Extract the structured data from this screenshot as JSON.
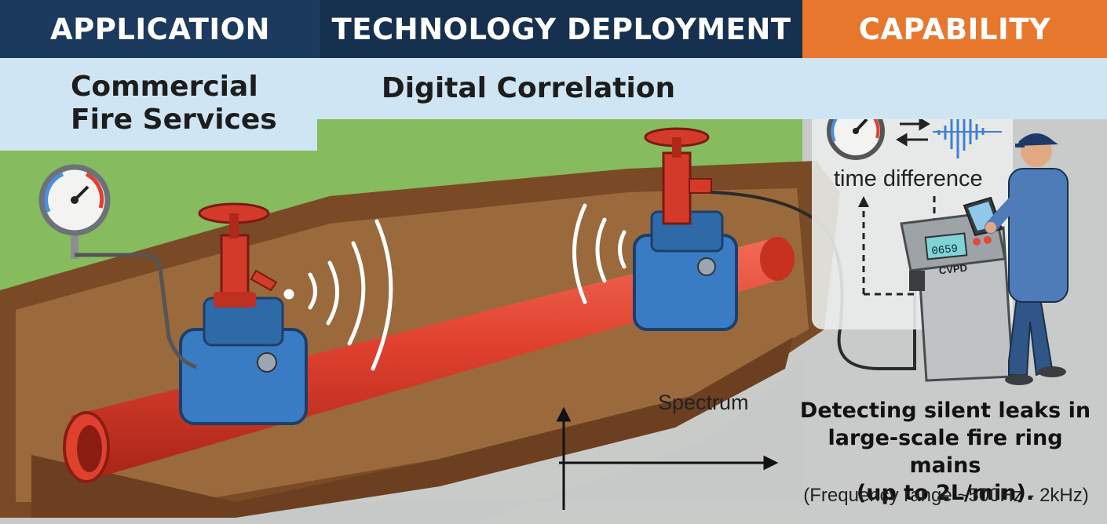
{
  "headers": {
    "application": "APPLICATION",
    "technology": "TECHNOLOGY DEPLOYMENT",
    "capability": "CAPABILITY"
  },
  "subheaders": {
    "application_line1": "Commercial",
    "application_line2": "Fire Services",
    "technology": "Digital Correlation"
  },
  "labels": {
    "time_difference": "time difference",
    "spectrum": "Spectrum",
    "panel_display": "0659",
    "panel_brand": "CVPD"
  },
  "capability_text": {
    "line1": "Detecting silent leaks in",
    "line2": "large-scale fire ring mains",
    "line3": "(up to 2L/min).",
    "frequency": "(Frequency range ~500Hz - 2kHz)"
  },
  "colors": {
    "header_navy": "#1b3a5e",
    "header_orange": "#e8772e",
    "subheader_blue": "#cfe5f3",
    "pipe_red": "#e0402e",
    "valve_blue": "#3a7cc4",
    "grass": "#86bb5e",
    "soil": "#7a4a26"
  }
}
